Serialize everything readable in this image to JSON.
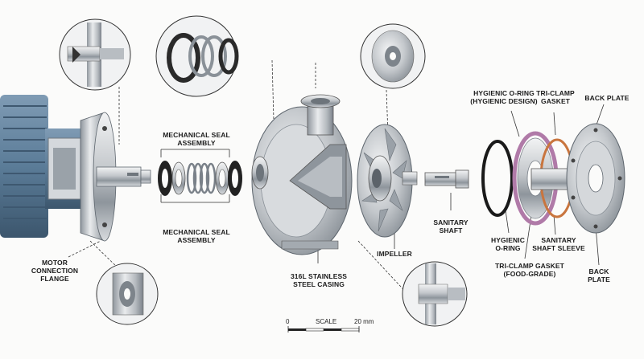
{
  "labels": {
    "motor_flange": "MOTOR\nCONNECTION\nFLANGE",
    "seal_top": "MECHANICAL SEAL\nASSEMBLY",
    "seal_bottom": "MECHANICAL SEAL\nASSEMBLY",
    "casing": "316L STAINLESS\nSTEEL CASING",
    "impeller": "IMPELLER",
    "sanitary_shaft": "SANITARY\nSHAFT",
    "hygienic_oring_top": "HYGIENIC O-RING\n(HYGIENIC DESIGN)",
    "hygienic_oring_bottom": "HYGIENIC\nO-RING",
    "triclamp_top": "TRI-CLAMP\nGASKET",
    "triclamp_bottom": "TRI-CLAMP GASKET\n(FOOD-GRADE)",
    "back_plate_top": "BACK PLATE",
    "back_plate_bottom": "BACK\nPLATE",
    "shaft_sleeve": "SANITARY\nSHAFT SLEEVE"
  },
  "scale": {
    "start": "0",
    "title": "SCALE",
    "end": "20 mm"
  },
  "colors": {
    "motor_blue": "#5b7c98",
    "steel": "#c8ccd0",
    "oring_black": "#1a1a1a",
    "gasket_purple": "#b07aa8",
    "gasket_orange": "#c9753e",
    "leader_line": "#333333"
  }
}
